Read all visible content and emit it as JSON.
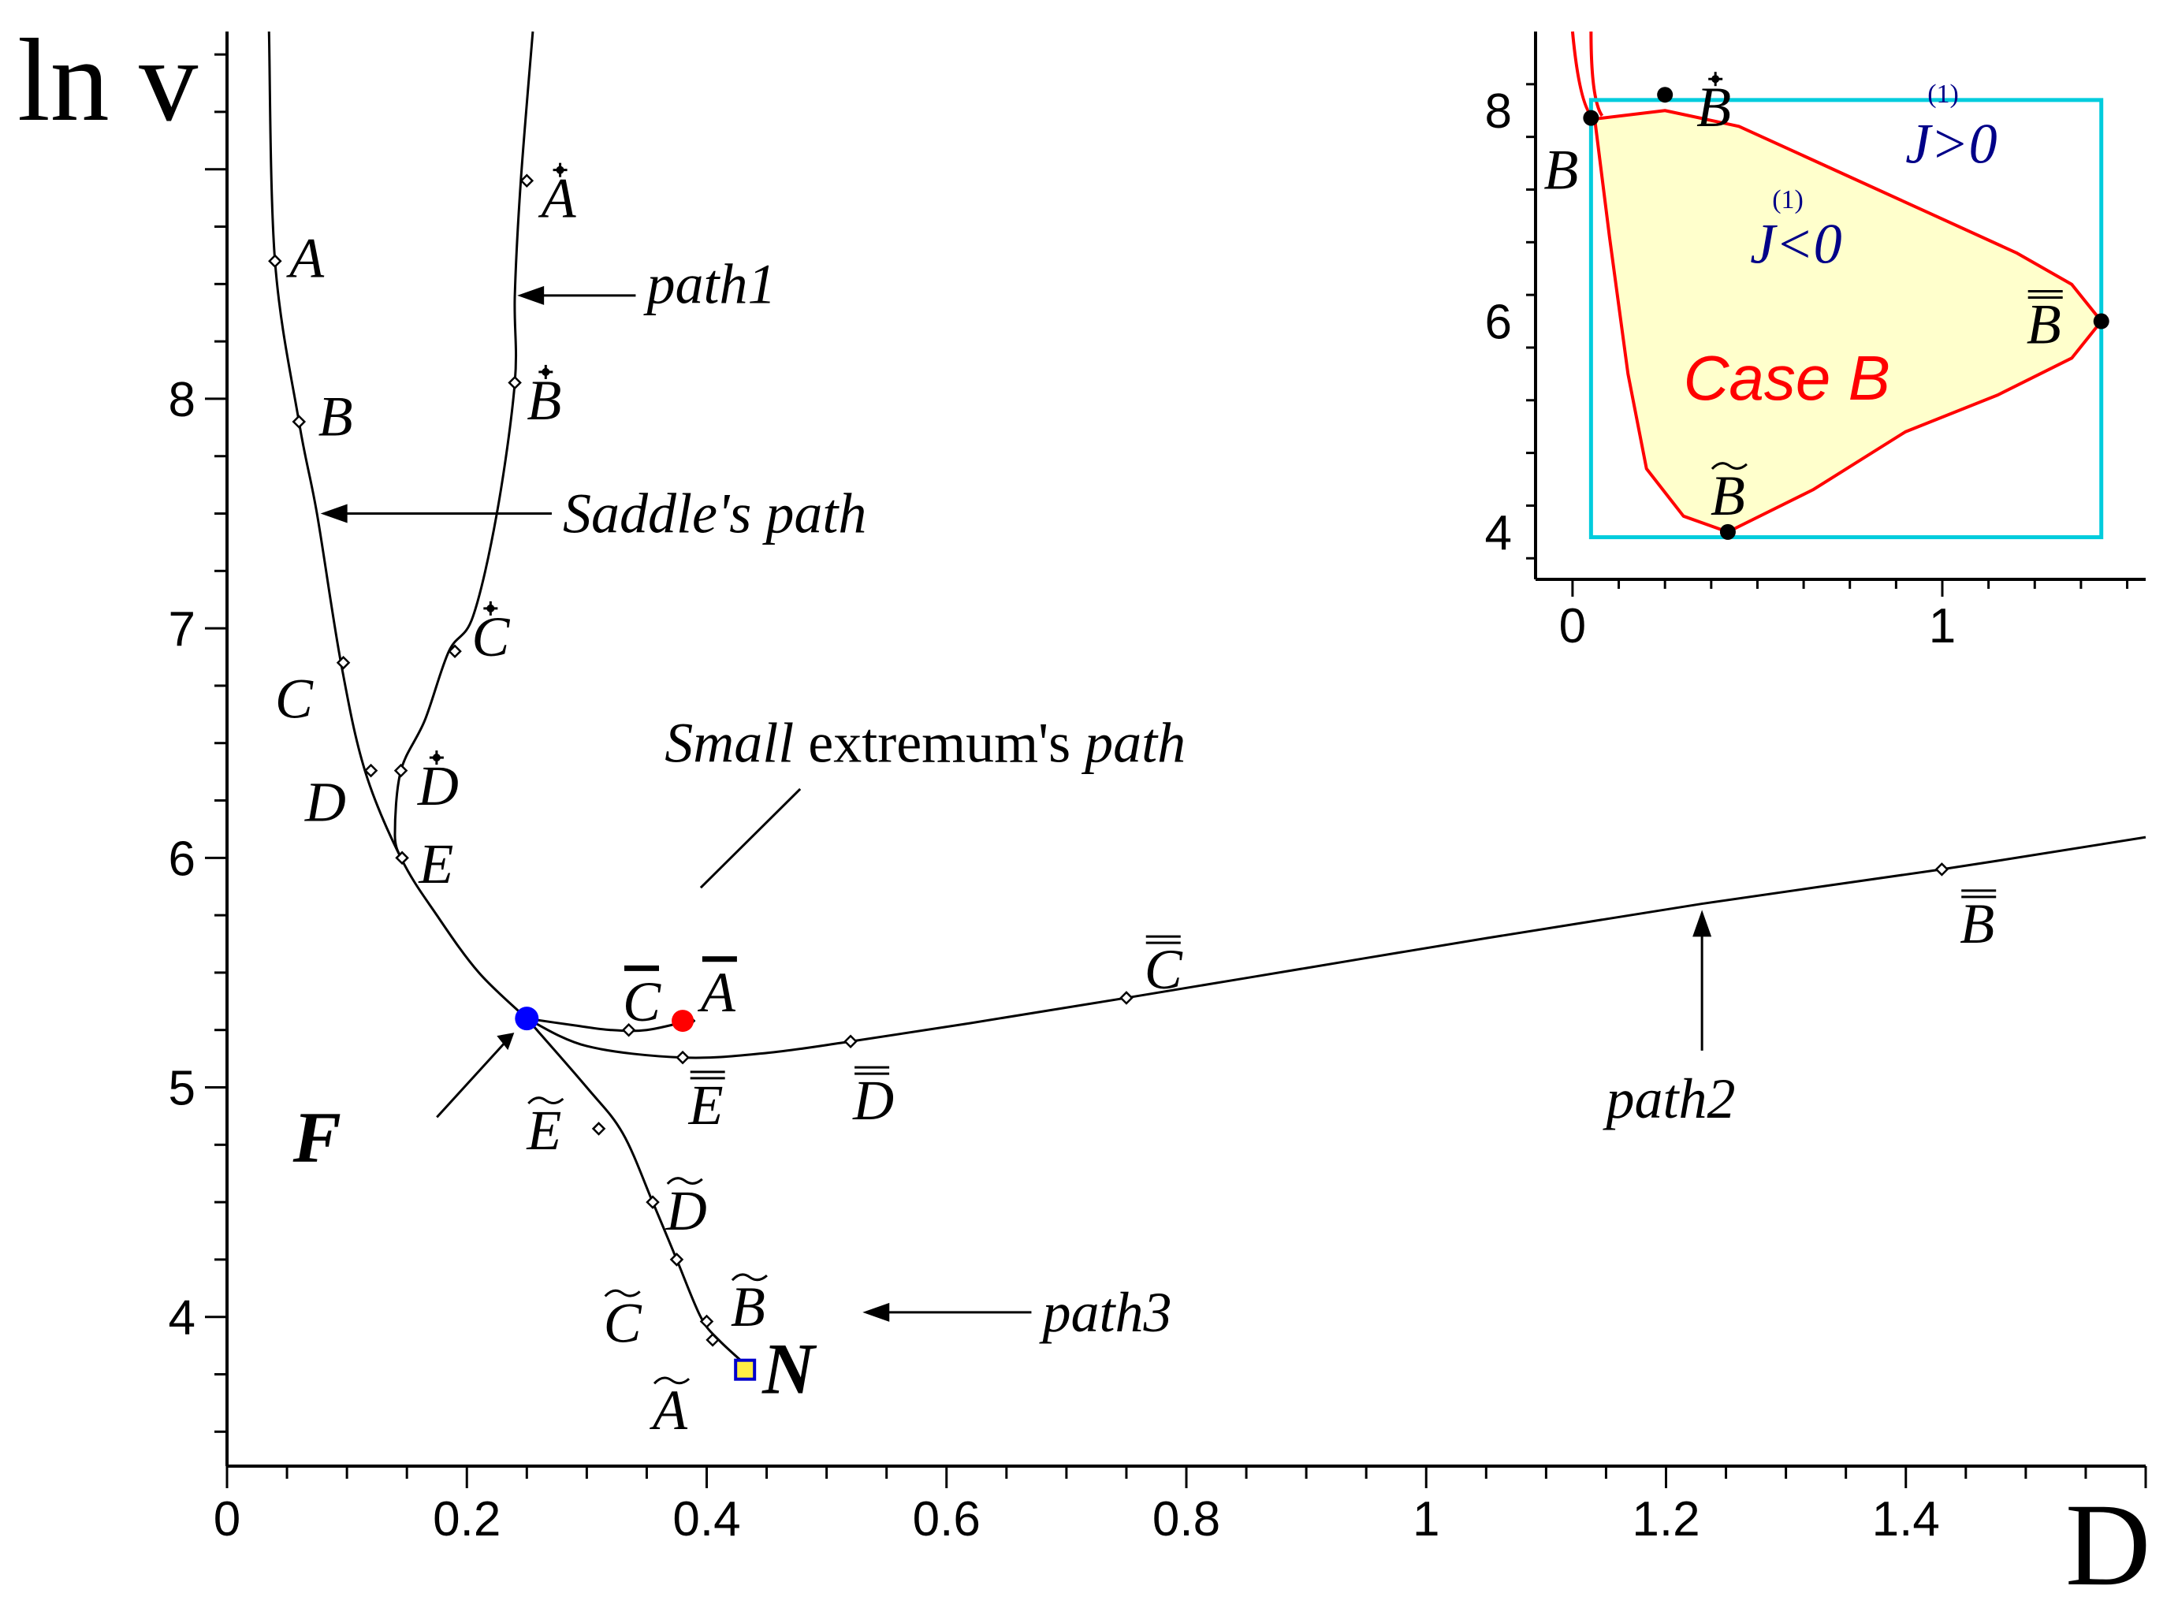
{
  "chart_data": {
    "type": "line",
    "xlabel": "D",
    "ylabel": "ln v",
    "xlim": [
      0,
      1.6
    ],
    "ylim": [
      3.35,
      9.6
    ],
    "x_ticks": [
      "0",
      "0.2",
      "0.4",
      "0.6",
      "0.8",
      "1",
      "1.2",
      "1.4"
    ],
    "y_ticks": [
      "4",
      "5",
      "6",
      "7",
      "8"
    ],
    "paths": [
      {
        "id": "saddle",
        "points": [
          [
            0.035,
            9.6
          ],
          [
            0.04,
            8.6
          ],
          [
            0.06,
            7.9
          ],
          [
            0.075,
            7.5
          ],
          [
            0.095,
            6.85
          ],
          [
            0.115,
            6.38
          ],
          [
            0.145,
            6.0
          ],
          [
            0.175,
            5.75
          ],
          [
            0.21,
            5.5
          ],
          [
            0.25,
            5.3
          ]
        ]
      },
      {
        "id": "path1",
        "points": [
          [
            0.255,
            9.6
          ],
          [
            0.245,
            8.95
          ],
          [
            0.24,
            8.45
          ],
          [
            0.24,
            8.07
          ],
          [
            0.225,
            7.5
          ],
          [
            0.205,
            7.05
          ],
          [
            0.185,
            6.9
          ],
          [
            0.165,
            6.6
          ],
          [
            0.145,
            6.38
          ],
          [
            0.14,
            6.1
          ],
          [
            0.145,
            6.0
          ]
        ]
      },
      {
        "id": "path2",
        "points": [
          [
            0.25,
            5.3
          ],
          [
            0.3,
            5.18
          ],
          [
            0.38,
            5.13
          ],
          [
            0.45,
            5.15
          ],
          [
            0.52,
            5.2
          ],
          [
            0.62,
            5.28
          ],
          [
            0.75,
            5.39
          ],
          [
            0.9,
            5.52
          ],
          [
            1.05,
            5.65
          ],
          [
            1.23,
            5.8
          ],
          [
            1.43,
            5.95
          ],
          [
            1.6,
            6.09
          ]
        ]
      },
      {
        "id": "small",
        "points": [
          [
            0.25,
            5.3
          ],
          [
            0.29,
            5.27
          ],
          [
            0.32,
            5.25
          ],
          [
            0.35,
            5.25
          ],
          [
            0.385,
            5.29
          ]
        ]
      },
      {
        "id": "path3",
        "points": [
          [
            0.25,
            5.3
          ],
          [
            0.3,
            5.0
          ],
          [
            0.33,
            4.8
          ],
          [
            0.355,
            4.5
          ],
          [
            0.375,
            4.25
          ],
          [
            0.395,
            4.0
          ],
          [
            0.41,
            3.9
          ],
          [
            0.435,
            3.78
          ]
        ]
      }
    ],
    "markers": [
      {
        "label": "A",
        "accent": "",
        "x": 0.04,
        "y": 8.6,
        "lx": 0.052,
        "ly": 8.62
      },
      {
        "label": "B",
        "accent": "",
        "x": 0.06,
        "y": 7.9,
        "lx": 0.076,
        "ly": 7.93
      },
      {
        "label": "C",
        "accent": "",
        "x": 0.097,
        "y": 6.85,
        "lx": 0.04,
        "ly": 6.7
      },
      {
        "label": "D",
        "accent": "",
        "x": 0.12,
        "y": 6.38,
        "lx": 0.065,
        "ly": 6.25
      },
      {
        "label": "E",
        "accent": "",
        "x": 0.146,
        "y": 6.0,
        "lx": 0.16,
        "ly": 5.98
      },
      {
        "label": "A",
        "accent": "dot",
        "x": 0.25,
        "y": 8.95,
        "lx": 0.262,
        "ly": 8.88
      },
      {
        "label": "B",
        "accent": "dot",
        "x": 0.24,
        "y": 8.07,
        "lx": 0.25,
        "ly": 8.0
      },
      {
        "label": "C",
        "accent": "dot",
        "x": 0.19,
        "y": 6.9,
        "lx": 0.204,
        "ly": 6.97
      },
      {
        "label": "D",
        "accent": "dot",
        "x": 0.145,
        "y": 6.38,
        "lx": 0.159,
        "ly": 6.32
      },
      {
        "label": "C",
        "accent": "bar",
        "x": 0.335,
        "y": 5.25,
        "lx": 0.33,
        "ly": 5.38
      },
      {
        "label": "A",
        "accent": "bar",
        "x": 0.385,
        "y": 5.29,
        "lx": 0.395,
        "ly": 5.42
      },
      {
        "label": "E",
        "accent": "dbar",
        "x": 0.38,
        "y": 5.13,
        "lx": 0.385,
        "ly": 4.93
      },
      {
        "label": "D",
        "accent": "dbar",
        "x": 0.52,
        "y": 5.2,
        "lx": 0.522,
        "ly": 4.95
      },
      {
        "label": "C",
        "accent": "dbar",
        "x": 0.75,
        "y": 5.39,
        "lx": 0.765,
        "ly": 5.52
      },
      {
        "label": "B",
        "accent": "dbar",
        "x": 1.43,
        "y": 5.95,
        "lx": 1.445,
        "ly": 5.72
      },
      {
        "label": "E",
        "accent": "tilde",
        "x": 0.31,
        "y": 4.82,
        "lx": 0.25,
        "ly": 4.82
      },
      {
        "label": "D",
        "accent": "tilde",
        "x": 0.355,
        "y": 4.5,
        "lx": 0.366,
        "ly": 4.47
      },
      {
        "label": "C",
        "accent": "tilde",
        "x": 0.375,
        "y": 4.25,
        "lx": 0.314,
        "ly": 3.98
      },
      {
        "label": "B",
        "accent": "tilde",
        "x": 0.4,
        "y": 3.98,
        "lx": 0.42,
        "ly": 4.05
      },
      {
        "label": "A",
        "accent": "tilde",
        "x": 0.405,
        "y": 3.9,
        "lx": 0.355,
        "ly": 3.6
      }
    ],
    "special_points": [
      {
        "label": "F",
        "x": 0.25,
        "y": 5.3,
        "color": "#0000ff"
      },
      {
        "label": "",
        "x": 0.38,
        "y": 5.29,
        "color": "#ff0000"
      },
      {
        "label": "N",
        "x": 0.432,
        "y": 3.77,
        "color": "#ffee44"
      }
    ],
    "annotations": [
      {
        "text": "path1",
        "x": 0.35,
        "y": 8.5
      },
      {
        "text": "Saddle's path",
        "x": 0.28,
        "y": 7.5
      },
      {
        "text": "path2",
        "x": 1.15,
        "y": 4.95
      },
      {
        "text": "path3",
        "x": 0.68,
        "y": 4.02
      }
    ],
    "small_label": {
      "word1": "Small",
      "word2": "extremum's",
      "word3": "path"
    },
    "inset": {
      "type": "region",
      "xlim": [
        -0.1,
        1.55
      ],
      "ylim": [
        3.55,
        8.75
      ],
      "x_ticks": [
        "0",
        "1"
      ],
      "y_ticks": [
        "4",
        "6",
        "8"
      ],
      "title": "Case B",
      "inside_label": "J<0",
      "outside_label": "J>0",
      "superscript": "(1)",
      "rect": {
        "x0": 0.05,
        "x1": 1.43,
        "y0": 3.95,
        "y1": 8.1
      },
      "fill_color": "#ffffcc",
      "boundary_color": "#ff0000",
      "rect_color": "#00ccdd",
      "label_color": "#000088",
      "title_color": "#ff0000",
      "points": [
        {
          "label": "B",
          "accent": "",
          "x": 0.05,
          "y": 7.93
        },
        {
          "label": "B",
          "accent": "dot",
          "x": 0.25,
          "y": 8.15
        },
        {
          "label": "B",
          "accent": "dbar",
          "x": 1.43,
          "y": 6.0
        },
        {
          "label": "B",
          "accent": "tilde",
          "x": 0.42,
          "y": 4.0
        }
      ]
    }
  }
}
